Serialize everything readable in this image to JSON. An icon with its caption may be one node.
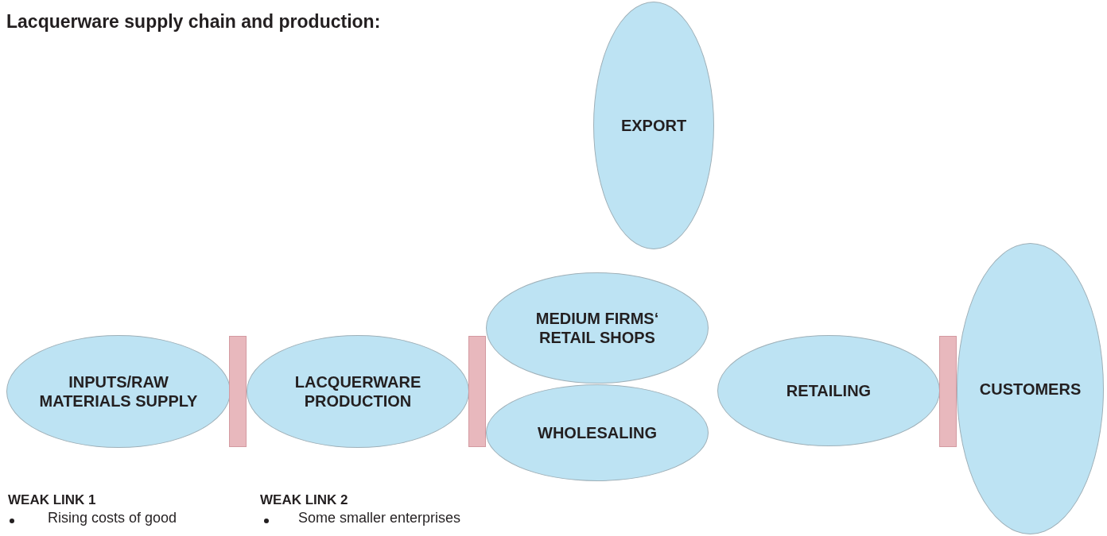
{
  "diagram": {
    "title": "Lacquerware supply chain and production:",
    "nodes": [
      {
        "text": [
          "INPUTS/RAW MATERIALS SUPPLY"
        ]
      },
      {
        "text": [],
        "shape": "bar"
      },
      {
        "text": [
          "LACQUERWARE PRODUCTION"
        ]
      },
      {
        "text": [],
        "shape": "bar"
      },
      {
        "text": [
          "EXPORT"
        ]
      },
      {
        "text": [
          "MEDIUM FIRMS‘ RETAIL SHOPS"
        ]
      },
      {
        "text": [
          "WHOLESALING"
        ]
      },
      {
        "text": [
          "RETAILING"
        ]
      },
      {
        "text": [],
        "shape": "bar"
      },
      {
        "text": [
          "CUSTOMERS"
        ]
      }
    ],
    "labels": [
      "WEAK LINK 1",
      "Rising costs of good",
      "WEAK LINK 2",
      "Some smaller enterprises"
    ]
  }
}
